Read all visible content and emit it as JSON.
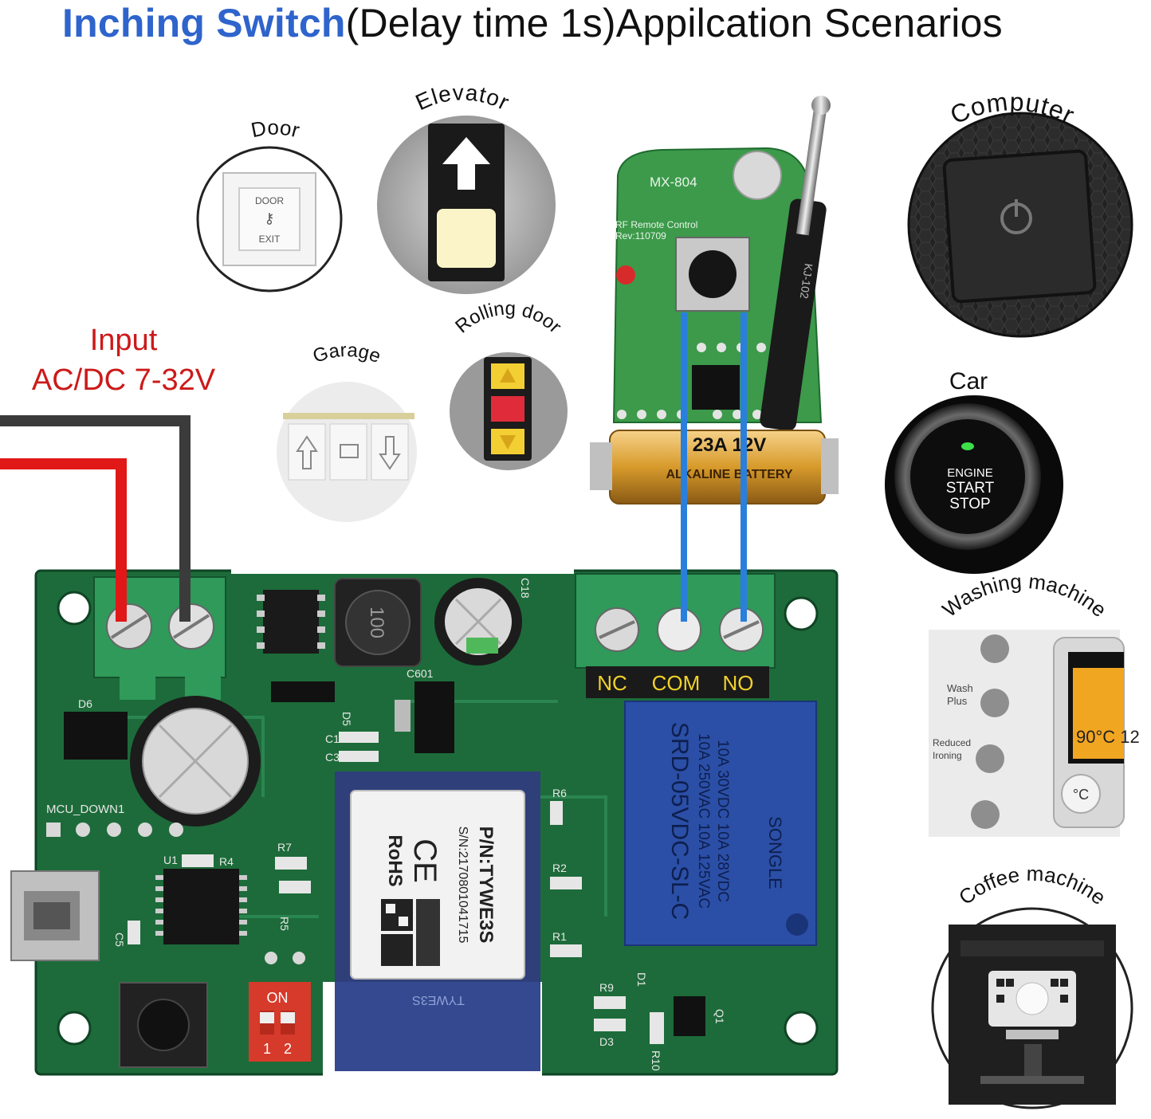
{
  "title": {
    "highlight": "Inching Switch",
    "rest": "(Delay time 1s)Appilcation Scenarios"
  },
  "input": {
    "line1": "Input",
    "line2": "AC/DC 7-32V"
  },
  "scenarios": {
    "door": {
      "label": "Door",
      "sign_top": "DOOR",
      "sign_bottom": "EXIT"
    },
    "elevator": {
      "label": "Elevator"
    },
    "garage": {
      "label": "Garage"
    },
    "rolling_door": {
      "label": "Rolling door"
    },
    "computer": {
      "label": "Computer"
    },
    "car": {
      "label": "Car",
      "button_lines": [
        "ENGINE",
        "START",
        "STOP"
      ]
    },
    "washing_machine": {
      "label": "Washing machine",
      "display": "90°C 12",
      "button_c": "°C",
      "labels": [
        "Wash",
        "Plus",
        "Reduced",
        "Ironing"
      ]
    },
    "coffee_machine": {
      "label": "Coffee machine"
    }
  },
  "remote": {
    "model": "MX-804",
    "text1": "RF  Remote Control",
    "text2": "Rev:110709",
    "battery": "23A 12V",
    "battery2": "ALKALINE BATTERY",
    "antenna": "KJ-102"
  },
  "terminals": {
    "nc": "NC",
    "com": "COM",
    "no": "NO"
  },
  "board": {
    "module_pn": "P/N:TYWE3S",
    "module_sn": "S/N:2170801041715",
    "ce": "CE",
    "rohs": "RoHS",
    "antenna_label": "TYWE3S",
    "relay": [
      "SRD-05VDC-SL-C",
      "10A 250VAC  10A 125VAC",
      "10A 30VDC   10A 28VDC"
    ],
    "relay_brand": "SONGLE",
    "dip_on": "ON",
    "dip_1": "1",
    "dip_2": "2",
    "mcu_label": "MCU_DOWN1",
    "labels": [
      "D6",
      "D5",
      "C1",
      "C3",
      "C601",
      "C18",
      "U1",
      "R4",
      "R7",
      "R5",
      "C5",
      "R6",
      "R2",
      "R1",
      "R9",
      "D1",
      "D3",
      "R10",
      "Q1",
      "100"
    ]
  },
  "colors": {
    "title_blue": "#2e64cc",
    "input_red": "#cc1a1a",
    "pcb_green": "#1d6b3a",
    "terminal_green": "#2f9a5a",
    "relay_blue": "#2b4fa6",
    "wire_blue": "#2a7fdc",
    "label_yellow": "#f2d12a"
  }
}
